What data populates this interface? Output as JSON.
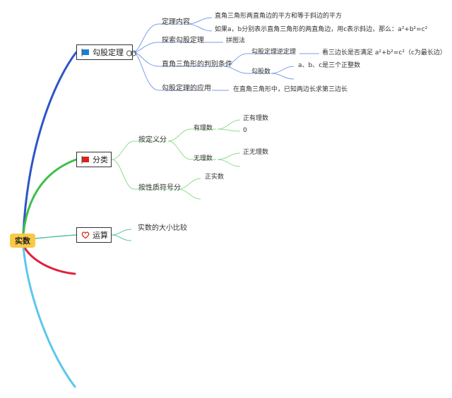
{
  "root": {
    "label": "实数"
  },
  "colors": {
    "root_fill": "#f9c946",
    "branch_blue": "#2d55c9",
    "branch_green": "#3ec04a",
    "branch_teal": "#4fc4a6",
    "branch_red": "#e0223f",
    "branch_lightblue": "#5bc7ec",
    "line_blue": "#7b9ee8",
    "line_green": "#8fdc8f",
    "flag_blue": "#1a7fd6",
    "flag_red": "#d9241c",
    "heart": "#d9241c"
  },
  "topics": [
    {
      "label": "勾股定理",
      "icon": "flag-blue-icon",
      "extra_icon": "link-icon",
      "children": [
        {
          "label": "定理内容",
          "children": [
            {
              "label": "直角三角形两直角边的平方和等于斜边的平方"
            },
            {
              "label": "如果a，b分别表示直角三角形的两直角边，用c表示斜边，那么：a²+b²=c²"
            }
          ]
        },
        {
          "label": "探索勾股定理",
          "children": [
            {
              "label": "拼图法"
            }
          ]
        },
        {
          "label": "直角三角形的判别条件",
          "children": [
            {
              "label": "勾股定理逆定理",
              "children": [
                {
                  "label": "看三边长是否满足 a²+b²=c²（c为最长边）"
                }
              ]
            },
            {
              "label": "勾股数",
              "children": [
                {
                  "label": "a、b、c是三个正整数"
                }
              ]
            }
          ]
        },
        {
          "label": "勾股定理的应用",
          "children": [
            {
              "label": "在直角三角形中，已知两边长求第三边长"
            }
          ]
        }
      ]
    },
    {
      "label": "分类",
      "icon": "flag-red-icon",
      "children": [
        {
          "label": "按定义分",
          "children": [
            {
              "label": "有理数",
              "children": [
                {
                  "label": "正有理数"
                },
                {
                  "label": "0"
                }
              ]
            },
            {
              "label": "无理数",
              "children": [
                {
                  "label": "正无理数"
                }
              ]
            }
          ]
        },
        {
          "label": "按性质符号分",
          "children": [
            {
              "label": "正实数"
            }
          ]
        }
      ]
    },
    {
      "label": "运算",
      "icon": "heart-icon",
      "children": [
        {
          "label": "实数的大小比较"
        }
      ]
    }
  ]
}
